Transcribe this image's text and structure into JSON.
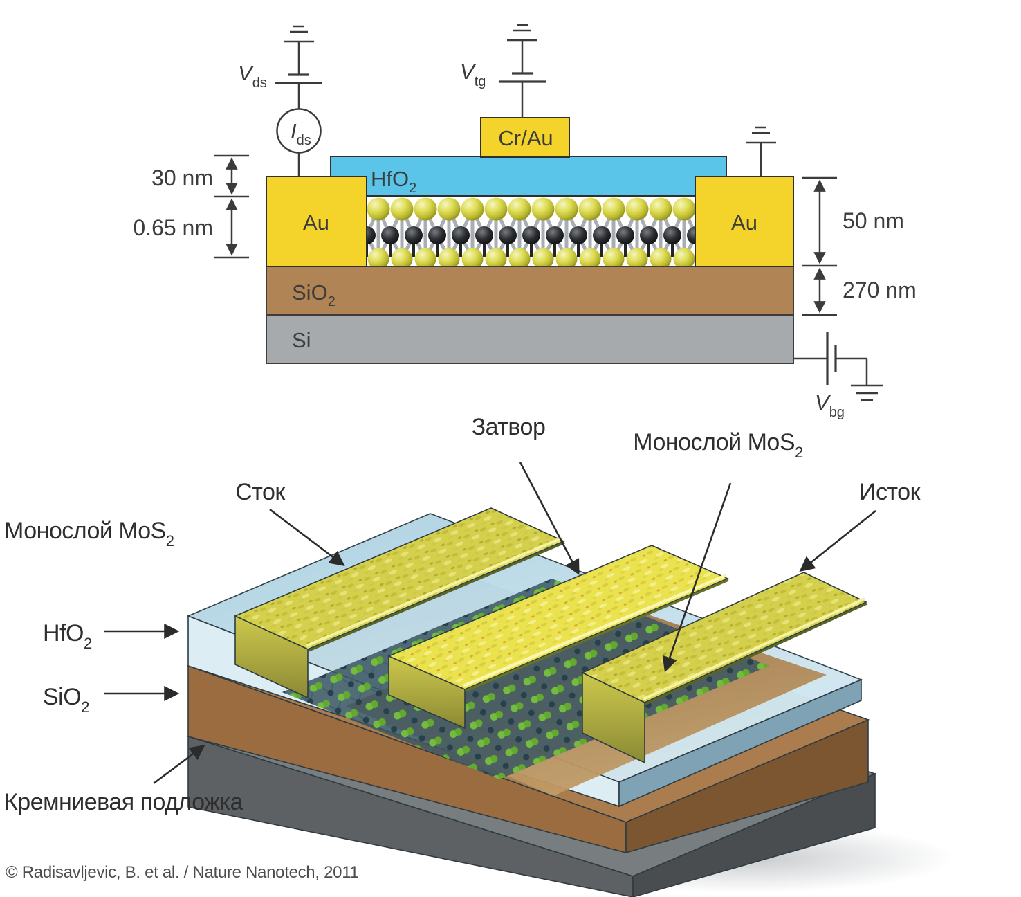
{
  "figure": {
    "credit": "© Radisavljevic, B. et al. / Nature Nanotech, 2011"
  },
  "schematic": {
    "v_ds": {
      "sym": "V",
      "sub": "ds"
    },
    "i_ds": {
      "sym": "I",
      "sub": "ds"
    },
    "v_tg": {
      "sym": "V",
      "sub": "tg"
    },
    "v_bg": {
      "sym": "V",
      "sub": "bg"
    },
    "electrode_top": "Cr/Au",
    "electrode_left": "Au",
    "electrode_right": "Au",
    "hfo2": {
      "main": "HfO",
      "sub": "2"
    },
    "sio2": {
      "main": "SiO",
      "sub": "2"
    },
    "si": "Si",
    "dims": {
      "hfo2": "30 nm",
      "mos2": "0.65 nm",
      "au": "50 nm",
      "sio2": "270 nm"
    }
  },
  "render3d": {
    "labels": {
      "gate": "Затвор",
      "drain": "Сток",
      "source": "Исток",
      "monolayer_top": {
        "main": "Монослой MoS",
        "sub": "2"
      },
      "monolayer_left": {
        "main": "Монослой MoS",
        "sub": "2"
      },
      "hfo2": {
        "main": "HfO",
        "sub": "2"
      },
      "sio2": {
        "main": "SiO",
        "sub": "2"
      },
      "substrate": "Кремниевая подложка"
    }
  },
  "colors": {
    "gold": "#f4d32b",
    "hfo2_blue": "#5ac4e9",
    "sio2_brown": "#b08455",
    "si_gray": "#a6aaad",
    "line": "#3a3a3a",
    "hfo2_3d": "#c6e0ec",
    "sio2_3d": "#9c6f42",
    "si_3d": "#5d6164",
    "mos2_green": "#6aae35",
    "sulfur_yellow": "#d6d445",
    "mo_black": "#1a1b1d"
  }
}
